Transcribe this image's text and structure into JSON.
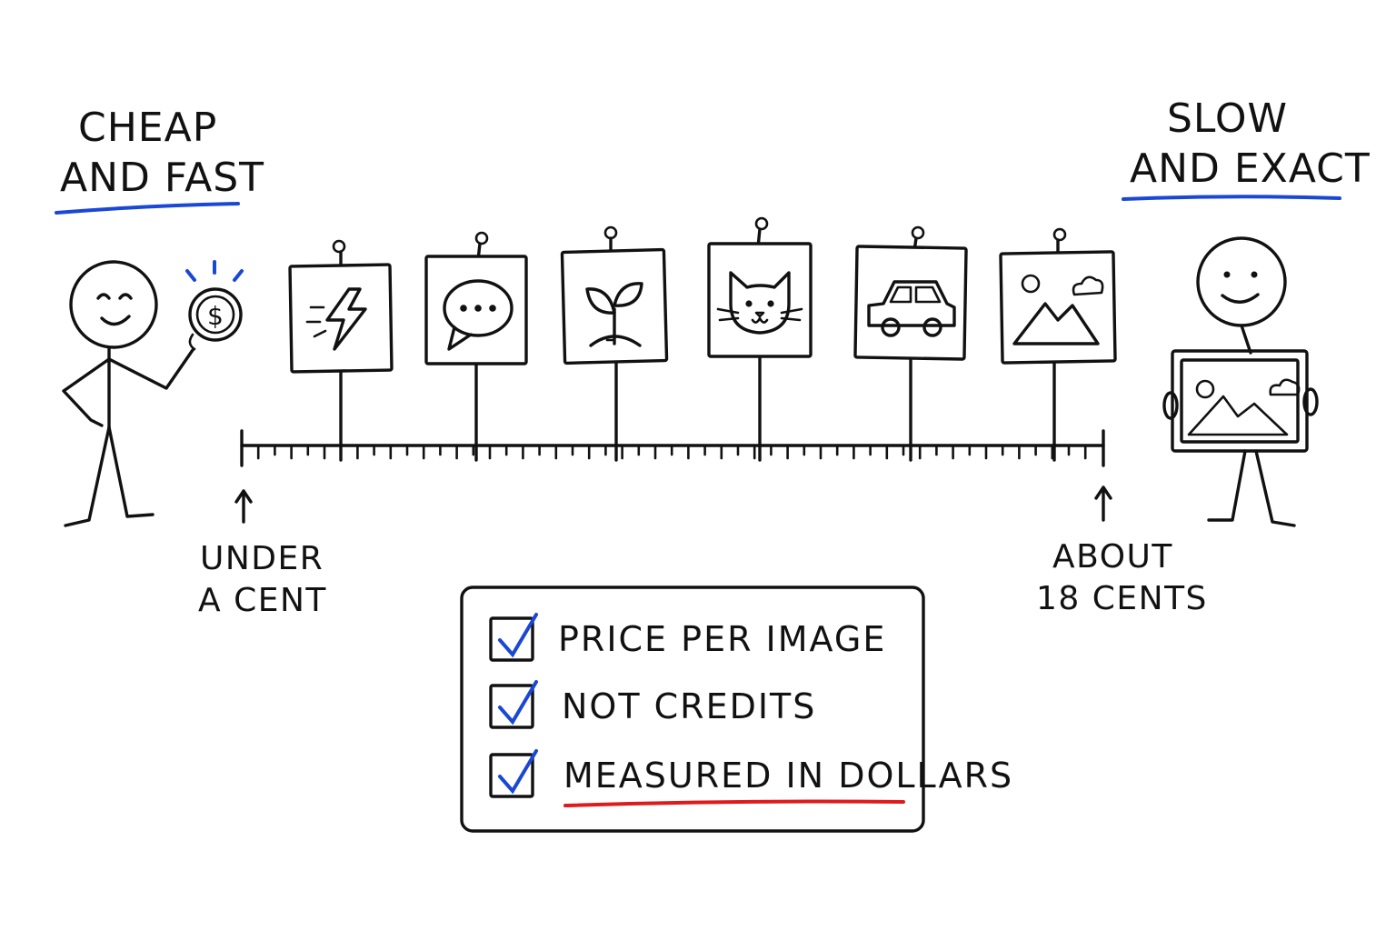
{
  "left_label": {
    "line1": "CHEAP",
    "line2": "AND FAST"
  },
  "right_label": {
    "line1": "SLOW",
    "line2": "AND EXACT"
  },
  "scale": {
    "start_label": {
      "line1": "UNDER",
      "line2": "A CENT"
    },
    "end_label": {
      "line1": "ABOUT",
      "line2": "18 CENTS"
    }
  },
  "signs": [
    {
      "icon": "lightning-icon"
    },
    {
      "icon": "chat-bubble-icon"
    },
    {
      "icon": "sprout-icon"
    },
    {
      "icon": "cat-icon"
    },
    {
      "icon": "car-icon"
    },
    {
      "icon": "landscape-icon"
    }
  ],
  "checklist": {
    "items": [
      {
        "label": "PRICE PER IMAGE",
        "checked": true
      },
      {
        "label": "NOT  CREDITS",
        "checked": true
      },
      {
        "label": "MEASURED IN DOLLARS",
        "checked": true,
        "underlined": true
      }
    ]
  },
  "colors": {
    "ink": "#111111",
    "accent_blue": "#1a47d4",
    "accent_red": "#e0191b"
  }
}
